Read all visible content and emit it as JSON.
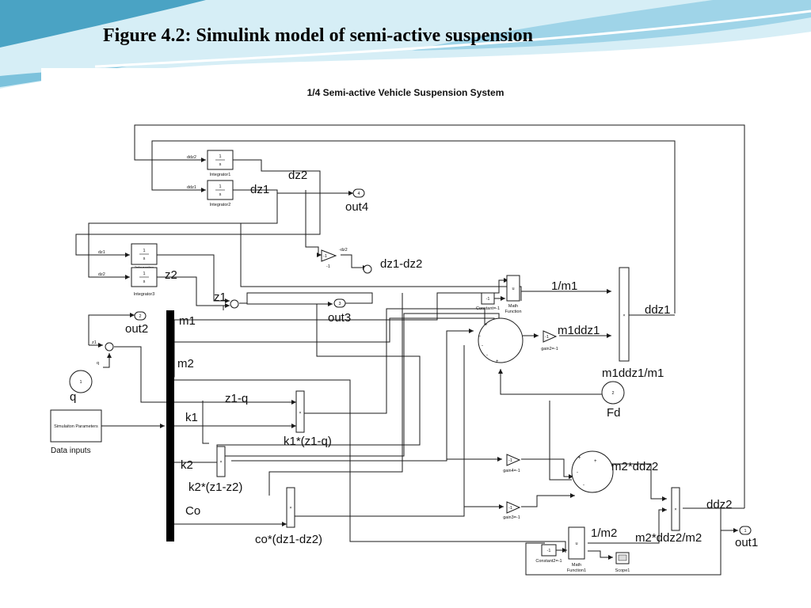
{
  "slide": {
    "title": "Figure 4.2: Simulink model of semi-active suspension",
    "colors": {
      "wave_light": "#d6eef6",
      "wave_mid": "#9fd4e8",
      "wave_dark": "#4aa3c4",
      "wave_white": "#ffffff"
    }
  },
  "diagram": {
    "title": "1/4 Semi-active Vehicle Suspension System",
    "signals": {
      "dz2": "dz2",
      "dz1": "dz1",
      "out4": "out4",
      "dz1_dz2": "dz1-dz2",
      "z2": "z2",
      "z1": "z1",
      "out3": "out3",
      "out2": "out2",
      "m1": "m1",
      "m2": "m2",
      "z1_q": "z1-q",
      "k1": "k1",
      "k1_term": "k1*(z1-q)",
      "k2": "k2",
      "k2_term": "k2*(z1-z2)",
      "co": "Co",
      "co_term": "co*(dz1-dz2)",
      "q": "q",
      "data_inputs": "Data inputs",
      "inv_m1": "1/m1",
      "ddz1": "ddz1",
      "m1ddz1": "m1ddz1",
      "m1ddz1_m1": "m1ddz1/m1",
      "fd": "Fd",
      "m2_ddz2": "m2*ddz2",
      "ddz2": "ddz2",
      "inv_m2": "1/m2",
      "m2ddz2_m2": "m2*ddz2/m2",
      "out1": "out1"
    },
    "blocks": {
      "integrator1": "Integrator1",
      "integrator2": "Integrator2",
      "integrator": "Integrator",
      "integrator3": "Integrator3",
      "one_over_s": "1",
      "s": "s",
      "sim_params": "Simulaiton Parameters",
      "constant_m1": "Constant=-1",
      "constant_m2": "Constant2=-1",
      "const_val": "-1",
      "math_label": "Math",
      "function_label": "Function",
      "function1_label": "Function1",
      "u_power": "u",
      "gain2": "gain2=-1",
      "gain3": "gain3=-1",
      "gain4": "gain4=-1",
      "gain_dz2": "-dz2",
      "gain_val": "-1",
      "scope1": "Scope1",
      "times": "×"
    },
    "ports": {
      "p4": "4",
      "p3": "3",
      "p2": "2",
      "p1": "1",
      "fd_port": "2",
      "q_port": "1"
    },
    "small_labels": {
      "ddz2_in": "ddz2",
      "ddz1_in": "ddz1",
      "dz1_in": "dz1",
      "dz2_in": "dz2",
      "z1_in": "z1",
      "q_in": "q"
    }
  }
}
